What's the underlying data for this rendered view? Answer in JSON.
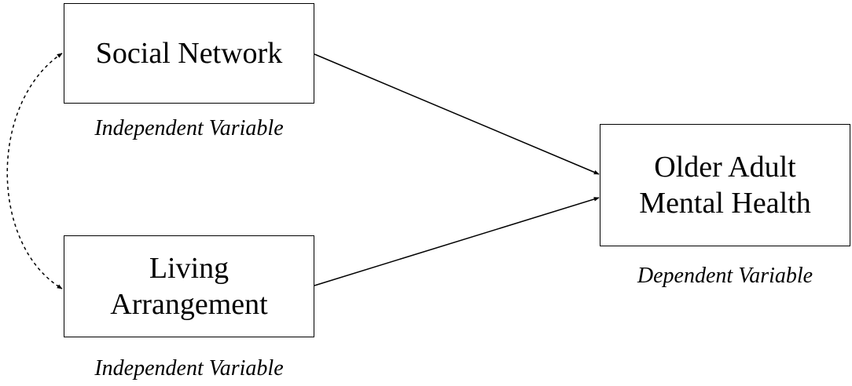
{
  "diagram": {
    "nodes": {
      "social_network": {
        "lines": [
          "Social Network"
        ],
        "caption": "Independent Variable"
      },
      "living_arrangement": {
        "lines": [
          "Living",
          "Arrangement"
        ],
        "caption": "Independent Variable"
      },
      "outcome": {
        "lines": [
          "Older Adult",
          "Mental Health"
        ],
        "caption": "Dependent Variable"
      }
    },
    "edges": [
      {
        "from": "social_network",
        "to": "outcome",
        "style": "solid",
        "direction": "forward"
      },
      {
        "from": "living_arrangement",
        "to": "outcome",
        "style": "solid",
        "direction": "forward"
      },
      {
        "from": "social_network",
        "to": "living_arrangement",
        "style": "dashed",
        "direction": "both"
      }
    ],
    "colors": {
      "line": "#000000",
      "background": "#ffffff"
    }
  }
}
